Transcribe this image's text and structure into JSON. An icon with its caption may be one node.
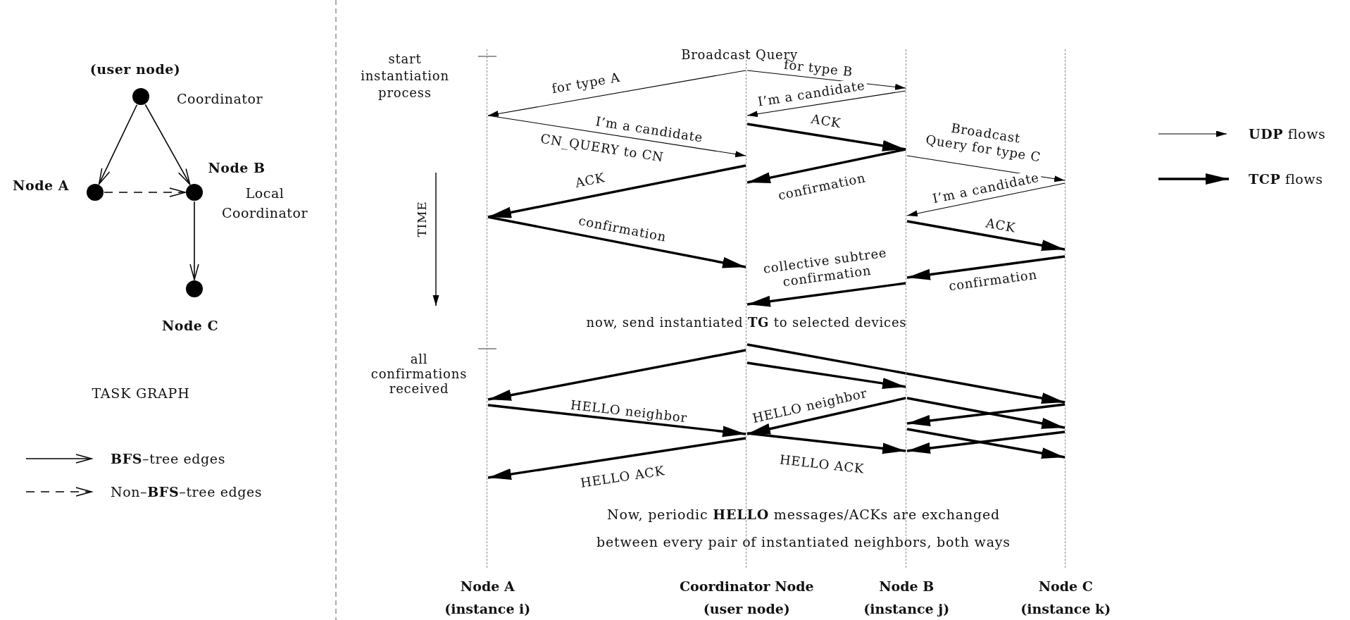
{
  "diagram": {
    "nodes": [
      {
        "text": [],
        "shape": "circle",
        "beside": [
          "(user node)",
          "Coordinator"
        ]
      },
      {
        "text": [],
        "shape": "circle",
        "beside": [
          "Node A"
        ]
      },
      {
        "text": [],
        "shape": "circle",
        "beside": [
          "Node B",
          "Local Coordinator"
        ]
      },
      {
        "text": [],
        "shape": "circle",
        "beside": [
          "Node C"
        ]
      },
      {
        "text": [
          "Node A (instance i)"
        ]
      },
      {
        "text": [
          "Coordinator Node (user node)"
        ]
      },
      {
        "text": [
          "Node B (instance j)"
        ]
      },
      {
        "text": [
          "Node C (instance k)"
        ]
      }
    ],
    "edges": [
      {
        "from": 0,
        "to": 1,
        "arrow": "to"
      },
      {
        "from": 0,
        "to": 2,
        "arrow": "to"
      },
      {
        "from": 1,
        "to": 2,
        "arrow": "to",
        "style": "dashed"
      },
      {
        "from": 2,
        "to": 3,
        "arrow": "to"
      },
      {
        "from": 5,
        "to": 4,
        "arrow": "to",
        "label": "for type A"
      },
      {
        "from": 5,
        "to": 6,
        "arrow": "to",
        "label": "for type B"
      },
      {
        "from": 6,
        "to": 5,
        "arrow": "to",
        "label": "I’m a candidate"
      },
      {
        "from": 4,
        "to": 5,
        "arrow": "to",
        "label": "I’m a candidate"
      },
      {
        "from": 5,
        "to": 6,
        "arrow": "to",
        "label": "ACK"
      },
      {
        "from": 6,
        "to": 5,
        "arrow": "to",
        "label": "confirmation"
      },
      {
        "from": 5,
        "to": 4,
        "arrow": "to",
        "label": "ACK"
      },
      {
        "from": 4,
        "to": 5,
        "arrow": "to",
        "label": "confirmation"
      },
      {
        "from": 6,
        "to": 7,
        "arrow": "to",
        "label": "Broadcast Query for type C"
      },
      {
        "from": 7,
        "to": 6,
        "arrow": "to",
        "label": "I’m a candidate"
      },
      {
        "from": 6,
        "to": 7,
        "arrow": "to",
        "label": "ACK"
      },
      {
        "from": 7,
        "to": 6,
        "arrow": "to",
        "label": "confirmation"
      },
      {
        "from": 6,
        "to": 5,
        "arrow": "to",
        "label": "collective subtree confirmation"
      },
      {
        "from": 5,
        "to": 4,
        "arrow": "to"
      },
      {
        "from": 5,
        "to": 6,
        "arrow": "to"
      },
      {
        "from": 5,
        "to": 7,
        "arrow": "to"
      },
      {
        "from": 4,
        "to": 5,
        "arrow": "to",
        "label": "HELLO neighbor"
      },
      {
        "from": 6,
        "to": 5,
        "arrow": "to",
        "label": "HELLO neighbor"
      },
      {
        "from": 6,
        "to": 7,
        "arrow": "to"
      },
      {
        "from": 7,
        "to": 6,
        "arrow": "to"
      },
      {
        "from": 6,
        "to": 7,
        "arrow": "to"
      },
      {
        "from": 7,
        "to": 6,
        "arrow": "to"
      },
      {
        "from": 5,
        "to": 4,
        "arrow": "to",
        "label": "HELLO ACK"
      },
      {
        "from": 5,
        "to": 6,
        "arrow": "to",
        "label": "HELLO ACK"
      }
    ],
    "labels": [
      "Broadcast Query",
      "start instantiation process",
      "CN_QUERY to CN",
      "TIME",
      "now, send instantiated **TG** to selected devices",
      "all confirmations received",
      "TASK GRAPH",
      "Now, periodic **HELLO** messages/ACKs are exchanged between every pair of instantiated neighbors, both ways"
    ],
    "legend": [
      {
        "text": "**BFS**–tree edges"
      },
      {
        "text": "Non–**BFS**–tree edges"
      },
      {
        "text": "**UDP** flows"
      },
      {
        "text": "**TCP** flows"
      }
    ]
  }
}
